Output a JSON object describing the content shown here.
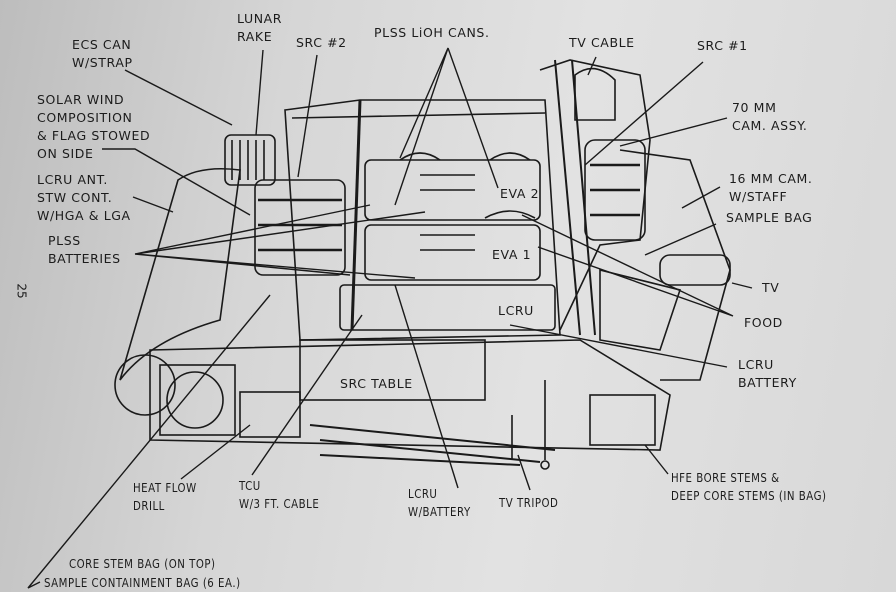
{
  "page_number": "25",
  "labels": {
    "ecs_can": [
      "ECS CAN",
      "W/STRAP"
    ],
    "lunar_rake": [
      "LUNAR",
      "RAKE"
    ],
    "src2": [
      "SRC #2"
    ],
    "plss_lioh": [
      "PLSS LiOH CANS."
    ],
    "tv_cable": [
      "TV CABLE"
    ],
    "src1": [
      "SRC #1"
    ],
    "solar_wind": [
      "SOLAR WIND",
      "COMPOSITION",
      "& FLAG STOWED",
      "ON SIDE"
    ],
    "cam70": [
      "70 MM",
      "CAM. ASSY."
    ],
    "lcru_ant": [
      "LCRU ANT.",
      "STW CONT.",
      "W/HGA & LGA"
    ],
    "cam16": [
      "16 MM CAM.",
      "W/STAFF"
    ],
    "sample_bag": [
      "SAMPLE BAG"
    ],
    "plss_batteries": [
      "PLSS",
      "BATTERIES"
    ],
    "eva2": [
      "EVA 2"
    ],
    "eva1": [
      "EVA 1"
    ],
    "lcru": [
      "LCRU"
    ],
    "tv": [
      "TV"
    ],
    "food": [
      "FOOD"
    ],
    "lcru_battery": [
      "LCRU",
      "BATTERY"
    ],
    "src_table": [
      "SRC TABLE"
    ],
    "heat_flow_drill": [
      "HEAT FLOW",
      "DRILL"
    ],
    "tcu": [
      "TCU",
      "W/3 FT. CABLE"
    ],
    "lcru_w_battery": [
      "LCRU",
      "W/BATTERY"
    ],
    "tv_tripod": [
      "TV TRIPOD"
    ],
    "hfe": [
      "HFE BORE STEMS &",
      "DEEP CORE STEMS (IN BAG)"
    ],
    "core_stem_bag": [
      "CORE STEM BAG (ON TOP)"
    ],
    "sample_containment": [
      "SAMPLE CONTAINMENT BAG (6 EA.)"
    ]
  }
}
